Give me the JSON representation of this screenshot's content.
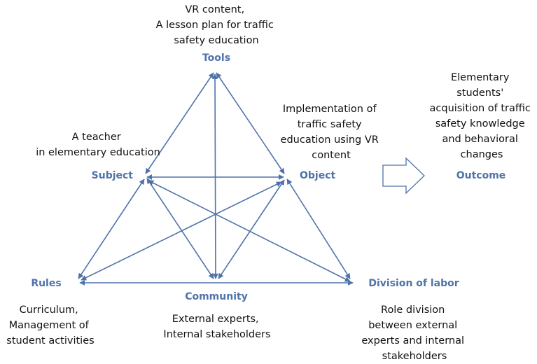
{
  "nodes": {
    "tools": "Tools",
    "subject": "Subject",
    "object": "Object",
    "rules": "Rules",
    "community": "Community",
    "division": "Division of labor",
    "outcome": "Outcome"
  },
  "descriptions": {
    "tools": [
      "VR content,",
      "A lesson plan for traffic",
      "safety education"
    ],
    "subject": [
      "A teacher",
      "in elementary education"
    ],
    "object": [
      "Implementation of",
      "traffic safety",
      "education using VR",
      "content"
    ],
    "outcome": [
      "Elementary",
      "students'",
      "acquisition of traffic",
      "safety knowledge",
      "and behavioral",
      "changes"
    ],
    "rules": [
      "Curriculum,",
      "Management of",
      "student activities"
    ],
    "community": [
      "External experts,",
      "Internal stakeholders"
    ],
    "division": [
      "Role division",
      "between external",
      "experts and internal",
      "stakeholders"
    ]
  },
  "colors": {
    "accent": "#4f73a8",
    "text": "#111111"
  }
}
